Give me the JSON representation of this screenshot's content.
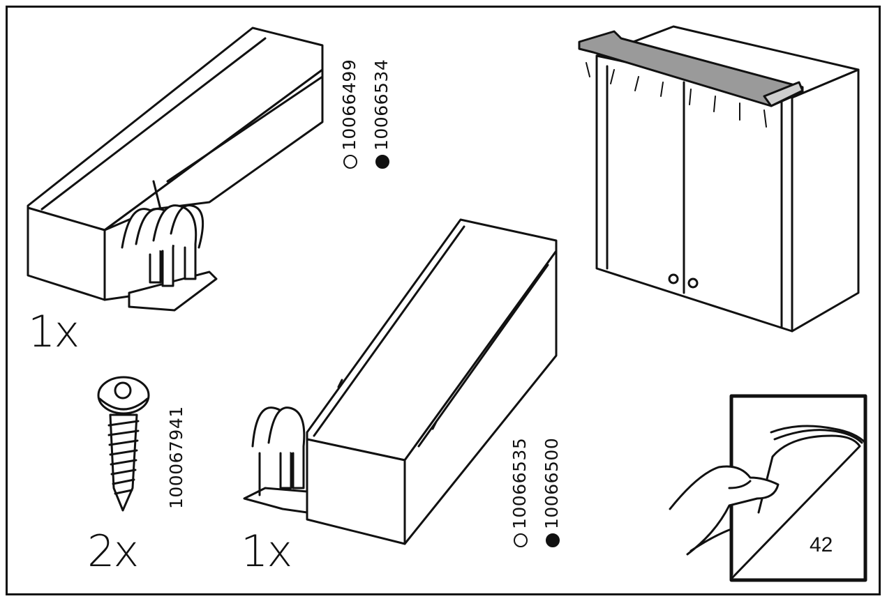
{
  "parts": {
    "end_cap_left": {
      "quantity": "1x",
      "article_white": "10066499",
      "article_black": "10066534"
    },
    "end_cap_right": {
      "quantity": "1x",
      "article_white": "10066535",
      "article_black": "10066500"
    },
    "screw": {
      "quantity": "2x",
      "article": "100067941"
    }
  },
  "page_turn": {
    "page_number": "42"
  },
  "colors": {
    "line": "#111111",
    "shade": "#9a9a9a",
    "background": "#ffffff"
  },
  "icons": [
    "white-circle-icon",
    "black-circle-icon",
    "screw-icon",
    "page-turn-hand-icon"
  ]
}
